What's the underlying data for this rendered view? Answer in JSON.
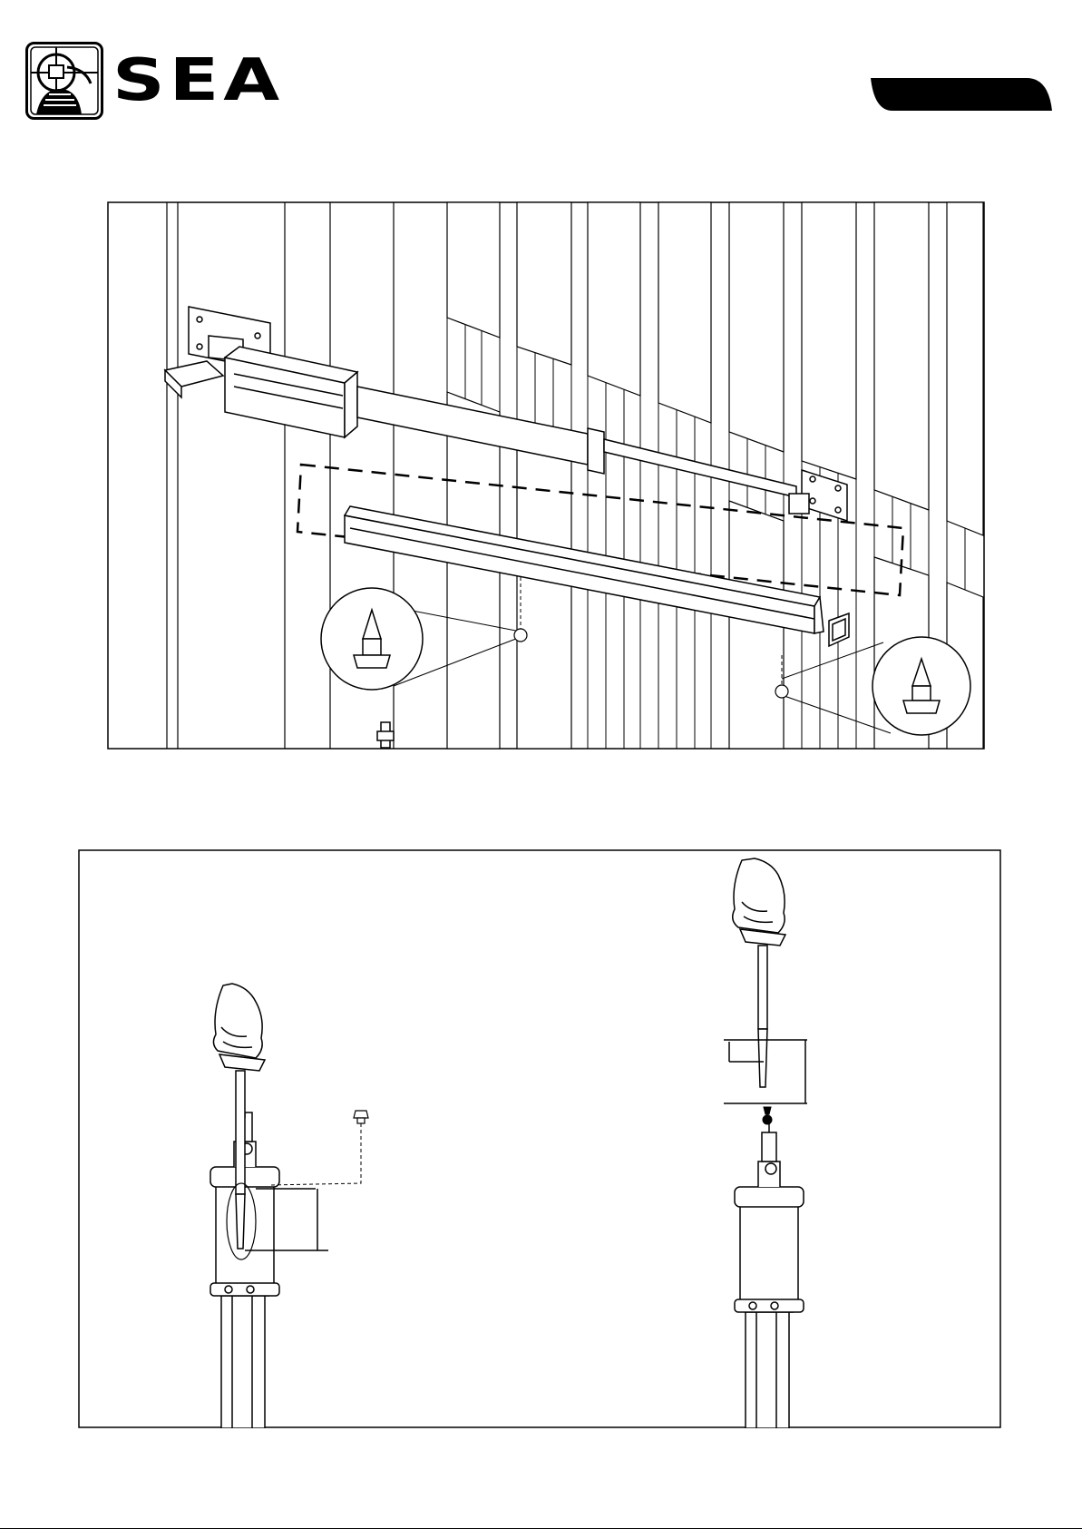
{
  "header": {
    "brand": "SEA",
    "logo_icon": "sea-helmet-logo-icon",
    "section_tab_color": "#000000"
  },
  "colors": {
    "line": "#000000",
    "background": "#ffffff",
    "panel_shade": "#f2f2f2"
  },
  "figures": [
    {
      "name": "cover-installation-figure",
      "icons": [
        "gate-panel",
        "actuator",
        "cover-profile",
        "plug-detail-icon"
      ]
    },
    {
      "name": "release-screw-figure",
      "icons": [
        "hand-icon",
        "screwdriver-icon",
        "plug-icon"
      ]
    }
  ]
}
